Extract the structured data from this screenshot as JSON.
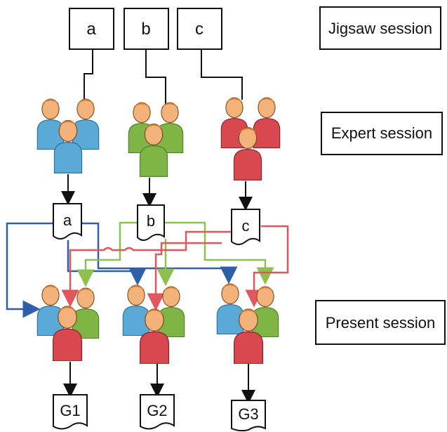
{
  "sessions": {
    "jigsaw": "Jigsaw session",
    "expert": "Expert session",
    "present": "Present session"
  },
  "jigsaw_topics": [
    "a",
    "b",
    "c"
  ],
  "expert_docs": [
    "a",
    "b",
    "c"
  ],
  "groups": [
    "G1",
    "G2",
    "G3"
  ],
  "colors": {
    "blue_group": "#5aa9d6",
    "green_group": "#7fb545",
    "red_group": "#d9474f",
    "skin": "#f2b27a",
    "hair": "#d07a2e",
    "line_blue": "#2e5fa8",
    "line_green": "#8dc050",
    "line_red": "#e0575e",
    "line_black": "#111111"
  },
  "icons": [
    "people-group-icon",
    "document-icon",
    "arrow-icon"
  ]
}
